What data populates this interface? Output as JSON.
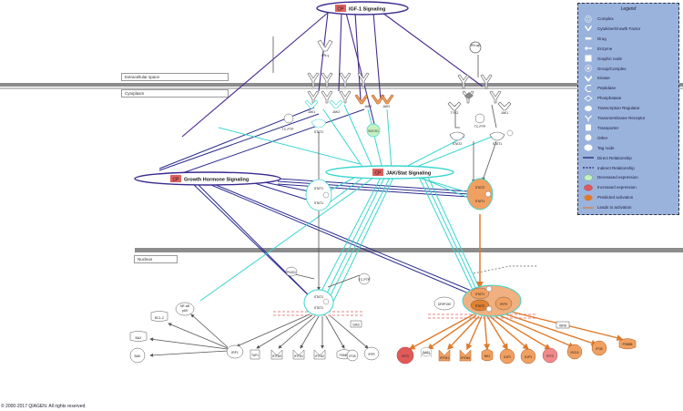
{
  "compartments": {
    "extracellular_label": "Extracellular space",
    "cytoplasm_label": "Cytoplasm",
    "nucleus_label": "Nucleus"
  },
  "pathways": {
    "igf1": {
      "tag": "CP",
      "label": "IGF-1 Signaling"
    },
    "gh": {
      "tag": "CP",
      "label": "Growth Hormone Signaling"
    },
    "jakstat": {
      "tag": "CP",
      "label": "JAK/Stat Signaling"
    }
  },
  "nodes": {
    "ifn_g": "IFN-γ",
    "ifn_ab": "IFN α/β",
    "jak1_left": "JAK1",
    "jak2_left": "JAK2",
    "jak2_orange1": "JAK2",
    "jak2_orange2": "JAK2",
    "tyk2": "TYK2",
    "jak1_right": "JAK1",
    "tcptp_left": "TC-PTP",
    "tcptp_right": "TC-PTP",
    "stat1_cyto": "STAT1",
    "socs1": "SOCS1",
    "stat2_cyto": "STAT2",
    "stat1_cyto_right": "STAT1",
    "stat1_dimer_top": "STAT1",
    "stat1_dimer_bottom": "STAT1",
    "stat2_complex": "STAT2",
    "stat1_complex": "STAT1",
    "pias1": "PIAS1",
    "tcptp_nuc": "TC-PTP",
    "stat1_nuc_top": "STAT1",
    "stat1_nuc_bottom": "STAT1",
    "gas": "GAS",
    "nfkb": "NF-κB",
    "p65": "p65",
    "bcl2": "BCL-2",
    "bax": "BAX",
    "bak": "BAK",
    "irf1": "IRF1",
    "tap1": "TAP1",
    "ifitm3": "IFITM3",
    "ifitm1_left": "IFITM1",
    "ifitm2": "IFITM2",
    "psmb8": "PSMB8",
    "ifi35_left": "IFI35",
    "irf9_left": "IRF9",
    "drip150": "DRIP150",
    "isgf3_stat1": "STAT1",
    "isgf3_stat2": "STAT2",
    "isgf3_irf9": "IRF9",
    "isre": "ISRE",
    "ifit3": "IFIT3",
    "oas1": "OAS1",
    "ifitm1_right": "IFITM1",
    "ifitm4": "IFITM4",
    "mx1": "MX1",
    "g1p2": "G1P2",
    "g1p3": "G1P3",
    "ifit3b": "IFIT3",
    "isg15": "ISG15",
    "ifi35_right": "IFI35",
    "psmb8b": "PSMB8"
  },
  "legend": {
    "title": "Legend",
    "items": [
      {
        "label": "Complex",
        "icon": "complex-icon"
      },
      {
        "label": "Cytokine/Growth Factor",
        "icon": "cytokine-icon"
      },
      {
        "label": "Drug",
        "icon": "drug-icon"
      },
      {
        "label": "Enzyme",
        "icon": "enzyme-icon"
      },
      {
        "label": "Graphic node",
        "icon": "graphic-node-icon"
      },
      {
        "label": "Group/Complex",
        "icon": "group-complex-icon"
      },
      {
        "label": "Kinase",
        "icon": "kinase-icon"
      },
      {
        "label": "Peptidase",
        "icon": "peptidase-icon"
      },
      {
        "label": "Phosphatase",
        "icon": "phosphatase-icon"
      },
      {
        "label": "Transcription Regulator",
        "icon": "transcription-regulator-icon"
      },
      {
        "label": "Transmembrane Receptor",
        "icon": "transmembrane-receptor-icon"
      },
      {
        "label": "Transporter",
        "icon": "transporter-icon"
      },
      {
        "label": "Other",
        "icon": "other-icon"
      },
      {
        "label": "Tag node",
        "icon": "tag-node-icon"
      },
      {
        "label": "Direct Relationship",
        "icon": "direct-line-icon"
      },
      {
        "label": "Indirect Relationship",
        "icon": "indirect-line-icon"
      },
      {
        "label": "Decreased expression",
        "icon": "green-fill-icon"
      },
      {
        "label": "Increased expression",
        "icon": "red-fill-icon"
      },
      {
        "label": "Predicted activation",
        "icon": "orange-fill-icon"
      },
      {
        "label": "Leads to activation",
        "icon": "orange-arrow-icon"
      }
    ]
  },
  "colors": {
    "direct": "#2b2b8f",
    "cyan": "#3ad6cf",
    "orange": "#e07a2a",
    "orange_fill": "#f0a060",
    "red_fill": "#e05a5a",
    "green_fill": "#c7f0c0",
    "membrane": "#8c8c8c",
    "legend_bg": "#9ab3dd"
  },
  "copyright": "© 2000-2017 QIAGEN. All rights reserved."
}
